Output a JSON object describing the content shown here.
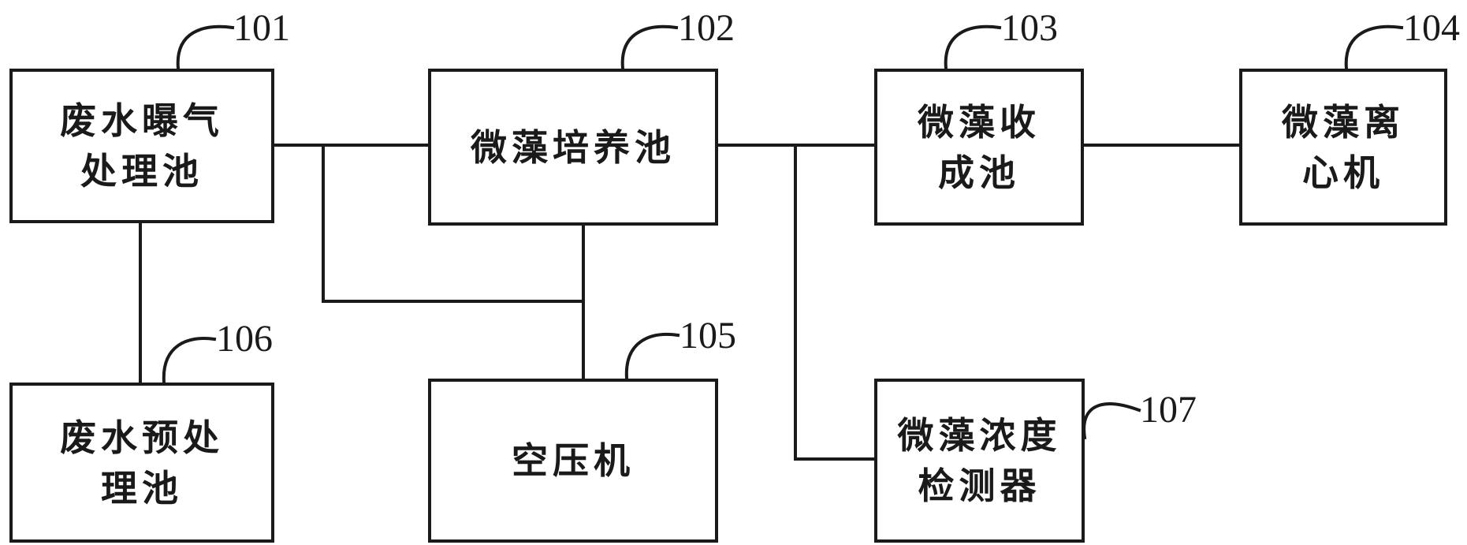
{
  "diagram": {
    "colors": {
      "line": "#1a1a1a",
      "background": "#ffffff"
    },
    "boxes": {
      "b101": {
        "ref": "101",
        "lines": [
          "废水曝气",
          "处理池"
        ]
      },
      "b102": {
        "ref": "102",
        "lines": [
          "微藻培养池"
        ]
      },
      "b103": {
        "ref": "103",
        "lines": [
          "微藻收",
          "成池"
        ]
      },
      "b104": {
        "ref": "104",
        "lines": [
          "微藻离",
          "心机"
        ]
      },
      "b105": {
        "ref": "105",
        "lines": [
          "空压机"
        ]
      },
      "b106": {
        "ref": "106",
        "lines": [
          "废水预处",
          "理池"
        ]
      },
      "b107": {
        "ref": "107",
        "lines": [
          "微藻浓度",
          "检测器"
        ]
      }
    }
  }
}
